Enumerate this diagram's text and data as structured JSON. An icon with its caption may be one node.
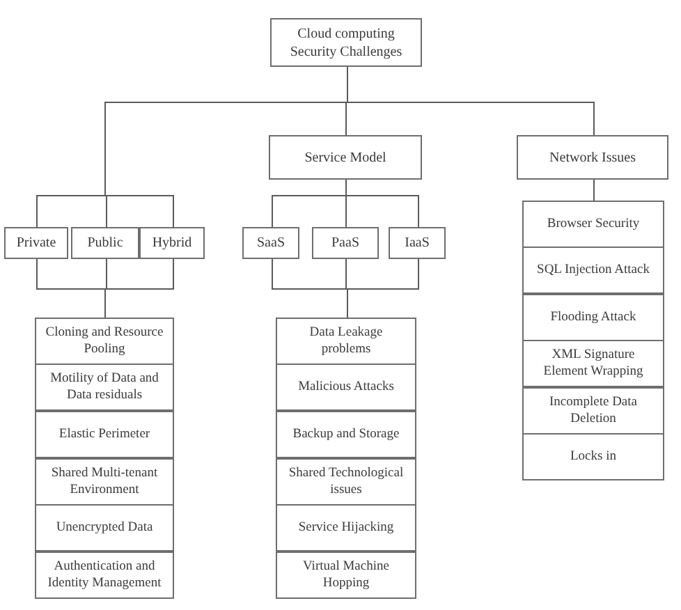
{
  "diagram": {
    "nodes": [
      {
        "text": [
          "Cloud computing Security Challenges"
        ]
      },
      {
        "text": [
          "Service Model"
        ]
      },
      {
        "text": [
          "Network Issues"
        ]
      },
      {
        "text": [
          "Private"
        ]
      },
      {
        "text": [
          "Public"
        ]
      },
      {
        "text": [
          "Hybrid"
        ]
      },
      {
        "text": [
          "SaaS"
        ]
      },
      {
        "text": [
          "PaaS"
        ]
      },
      {
        "text": [
          "IaaS"
        ]
      },
      {
        "text": [
          "Cloning and Resource Pooling"
        ]
      },
      {
        "text": [
          "Motility of Data and Data residuals"
        ]
      },
      {
        "text": [
          "Elastic Perimeter"
        ]
      },
      {
        "text": [
          "Shared Multi-tenant Environment"
        ]
      },
      {
        "text": [
          "Unencrypted Data"
        ]
      },
      {
        "text": [
          "Authentication and Identity Management"
        ]
      },
      {
        "text": [
          "Data Leakage problems"
        ]
      },
      {
        "text": [
          "Malicious Attacks"
        ]
      },
      {
        "text": [
          "Backup and Storage"
        ]
      },
      {
        "text": [
          "Shared Technological issues"
        ]
      },
      {
        "text": [
          "Service Hijacking"
        ]
      },
      {
        "text": [
          "Virtual Machine Hopping"
        ]
      },
      {
        "text": [
          "Browser Security"
        ]
      },
      {
        "text": [
          "SQL Injection Attack"
        ]
      },
      {
        "text": [
          "Flooding Attack"
        ]
      },
      {
        "text": [
          "XML Signature Element Wrapping"
        ]
      },
      {
        "text": [
          "Incomplete Data Deletion"
        ]
      },
      {
        "text": [
          "Locks in"
        ]
      }
    ],
    "edges": [
      {
        "from": 0,
        "to": 3,
        "arrow": "none"
      },
      {
        "from": 0,
        "to": 4,
        "arrow": "none"
      },
      {
        "from": 0,
        "to": 5,
        "arrow": "none"
      },
      {
        "from": 0,
        "to": 1,
        "arrow": "none"
      },
      {
        "from": 0,
        "to": 2,
        "arrow": "none"
      },
      {
        "from": 1,
        "to": 6,
        "arrow": "none"
      },
      {
        "from": 1,
        "to": 7,
        "arrow": "none"
      },
      {
        "from": 1,
        "to": 8,
        "arrow": "none"
      },
      {
        "from": 3,
        "to": 9,
        "arrow": "none"
      },
      {
        "from": 4,
        "to": 9,
        "arrow": "none"
      },
      {
        "from": 5,
        "to": 9,
        "arrow": "none"
      },
      {
        "from": 6,
        "to": 15,
        "arrow": "none"
      },
      {
        "from": 7,
        "to": 15,
        "arrow": "none"
      },
      {
        "from": 8,
        "to": 15,
        "arrow": "none"
      },
      {
        "from": 2,
        "to": 21,
        "arrow": "none"
      }
    ]
  }
}
